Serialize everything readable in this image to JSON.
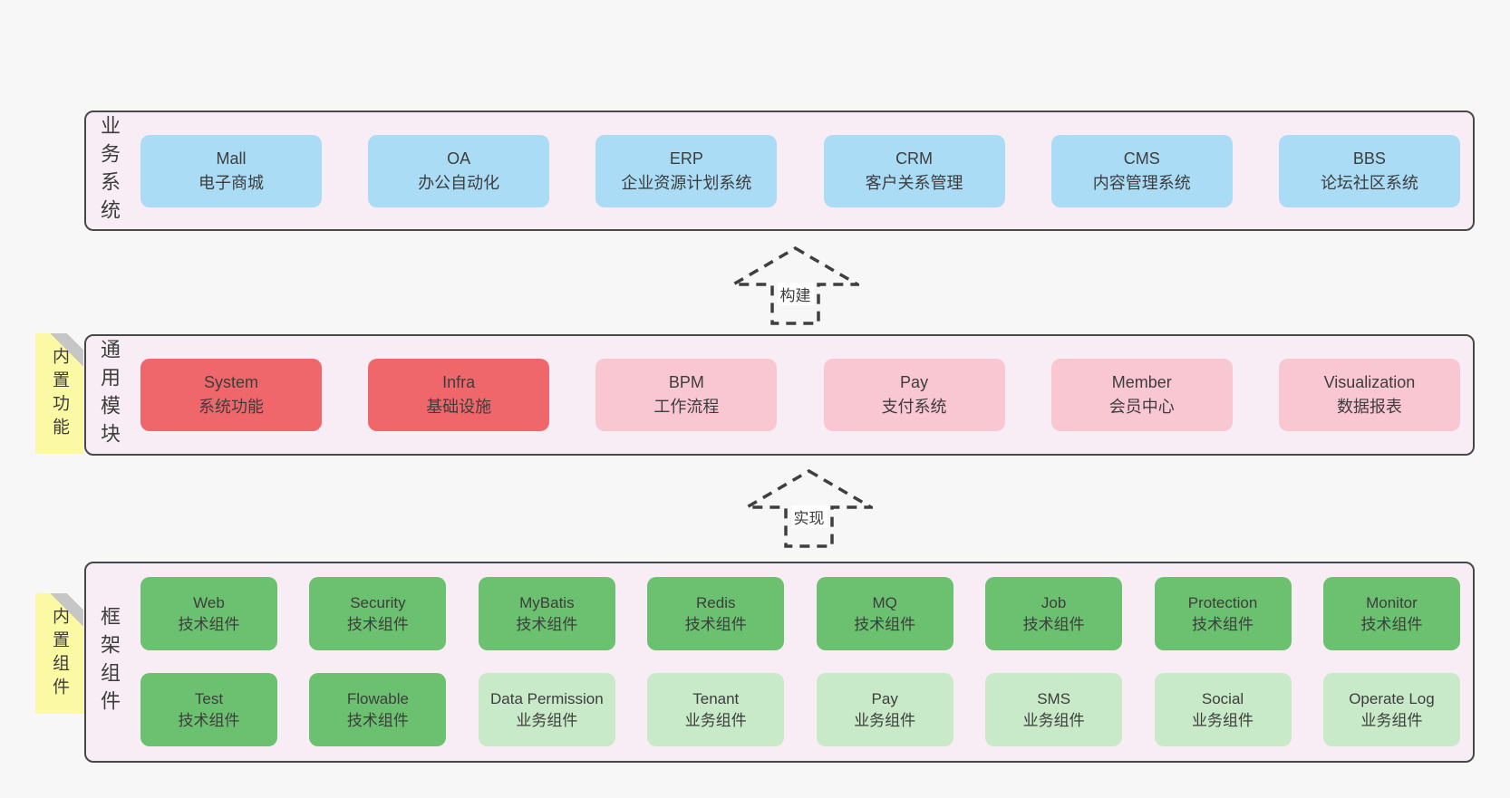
{
  "colors": {
    "page-bg": "#f7f7f7",
    "layer-bg": "#f8edf5",
    "layer-border": "#484848",
    "box-blue": "#aadcf5",
    "box-red": "#ef676b",
    "box-pink": "#f9c7d1",
    "box-green": "#6bc170",
    "box-light-green": "#c8eac8",
    "note-yellow": "#fbf9a3",
    "note-fold": "#c6c6c6",
    "text": "#3d3d3d",
    "arrow": "#3f3f3f",
    "arrow-label-bg": "#ffffff"
  },
  "layers": {
    "business": {
      "label": "业务系统",
      "boxes": [
        {
          "name": "Mall",
          "desc": "电子商城"
        },
        {
          "name": "OA",
          "desc": "办公自动化"
        },
        {
          "name": "ERP",
          "desc": "企业资源计划系统"
        },
        {
          "name": "CRM",
          "desc": "客户关系管理"
        },
        {
          "name": "CMS",
          "desc": "内容管理系统"
        },
        {
          "name": "BBS",
          "desc": "论坛社区系统"
        }
      ]
    },
    "modules": {
      "label": "通用模块",
      "note": "内置功能",
      "boxes": [
        {
          "name": "System",
          "desc": "系统功能"
        },
        {
          "name": "Infra",
          "desc": "基础设施"
        },
        {
          "name": "BPM",
          "desc": "工作流程"
        },
        {
          "name": "Pay",
          "desc": "支付系统"
        },
        {
          "name": "Member",
          "desc": "会员中心"
        },
        {
          "name": "Visualization",
          "desc": "数据报表"
        }
      ]
    },
    "framework": {
      "label": "框架组件",
      "note": "内置组件",
      "row1": [
        {
          "name": "Web",
          "desc": "技术组件"
        },
        {
          "name": "Security",
          "desc": "技术组件"
        },
        {
          "name": "MyBatis",
          "desc": "技术组件"
        },
        {
          "name": "Redis",
          "desc": "技术组件"
        },
        {
          "name": "MQ",
          "desc": "技术组件"
        },
        {
          "name": "Job",
          "desc": "技术组件"
        },
        {
          "name": "Protection",
          "desc": "技术组件"
        },
        {
          "name": "Monitor",
          "desc": "技术组件"
        }
      ],
      "row2": [
        {
          "name": "Test",
          "desc": "技术组件"
        },
        {
          "name": "Flowable",
          "desc": "技术组件"
        },
        {
          "name": "Data Permission",
          "desc": "业务组件"
        },
        {
          "name": "Tenant",
          "desc": "业务组件"
        },
        {
          "name": "Pay",
          "desc": "业务组件"
        },
        {
          "name": "SMS",
          "desc": "业务组件"
        },
        {
          "name": "Social",
          "desc": "业务组件"
        },
        {
          "name": "Operate Log",
          "desc": "业务组件"
        }
      ]
    }
  },
  "arrows": [
    {
      "label": "构建"
    },
    {
      "label": "实现"
    }
  ]
}
